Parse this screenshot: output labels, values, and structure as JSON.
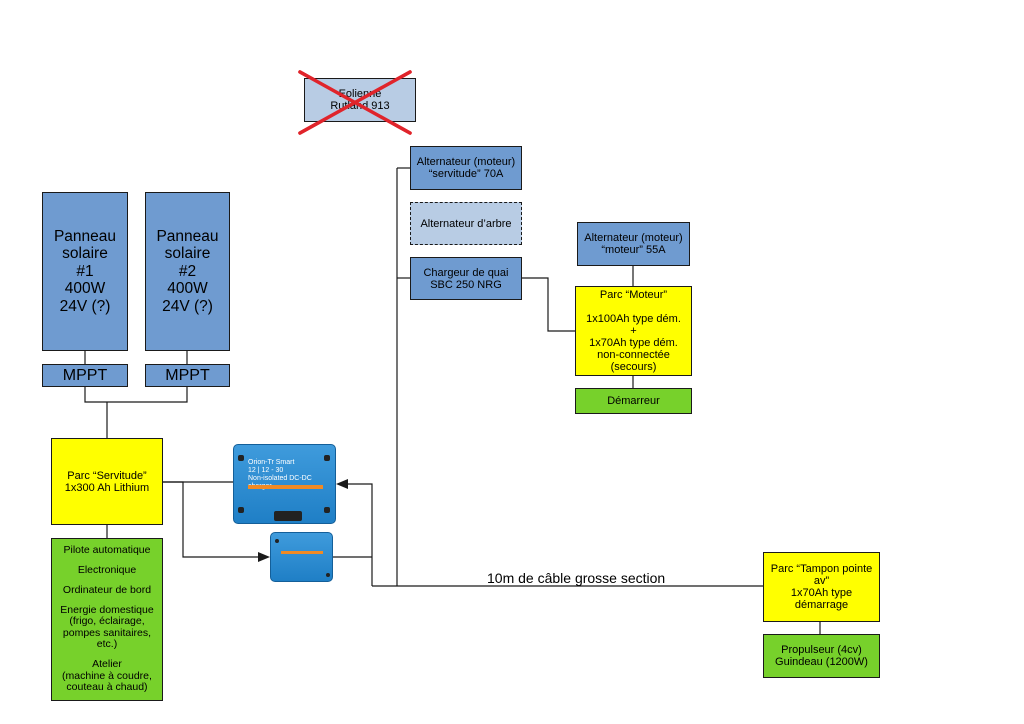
{
  "boxes": {
    "eolienne": "Eolienne\nRutland 913",
    "panneau1": "Panneau\nsolaire\n#1\n400W\n24V (?)",
    "panneau2": "Panneau\nsolaire\n#2\n400W\n24V (?)",
    "mppt1": "MPPT",
    "mppt2": "MPPT",
    "alt_servitude": "Alternateur (moteur)\n“servitude” 70A",
    "alt_arbre": "Alternateur d’arbre",
    "chargeur_quai": "Chargeur de quai\nSBC 250 NRG",
    "alt_moteur": "Alternateur (moteur)\n“moteur” 55A",
    "parc_moteur": "Parc “Moteur”\n\n1x100Ah type dém.\n+\n1x70Ah type dém.\nnon-connectée\n(secours)",
    "demarreur": "Démarreur",
    "parc_servitude": "Parc “Servitude”\n1x300 Ah Lithium",
    "parc_tampon": "Parc “Tampon pointe\nav”\n1x70Ah type\ndémarrage",
    "propulseur": "Propulseur (4cv)\nGuindeau (1200W)"
  },
  "consumers": [
    "Pilote automatique",
    "Electronique",
    "Ordinateur de bord",
    "Energie domestique\n(frigo, éclairage,\npompes sanitaires,\netc.)",
    "Atelier\n(machine à coudre,\ncouteau à chaud)"
  ],
  "converter_large_label": "Orion-Tr Smart\n12 | 12 - 30\nNon-isolated DC-DC charger",
  "cable_caption": "10m de câble grosse section",
  "colors": {
    "blue": "#6f9bd0",
    "light_blue": "#b8cce4",
    "yellow": "#ffff00",
    "green": "#77d12b",
    "cross": "#e0242b",
    "converter": "#2a8ad3"
  }
}
